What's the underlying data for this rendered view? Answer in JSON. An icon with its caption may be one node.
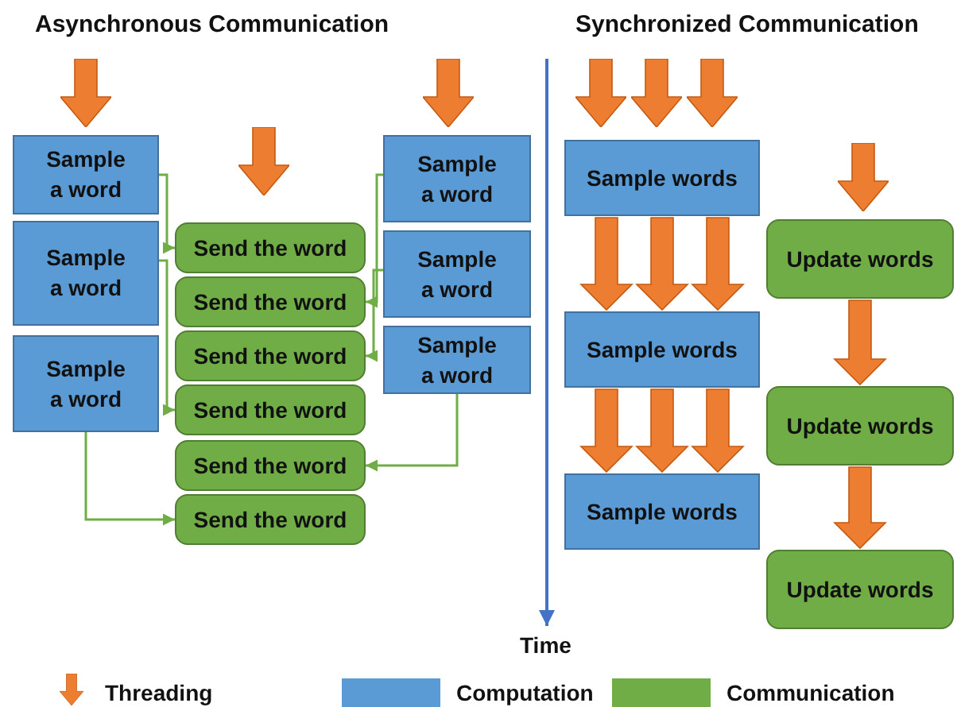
{
  "diagram": {
    "nodes": [
      {
        "text": [
          "Sample a word"
        ]
      },
      {
        "text": [
          "Sample a word"
        ]
      },
      {
        "text": [
          "Sample a word"
        ]
      },
      {
        "text": [
          "Send the word"
        ]
      },
      {
        "text": [
          "Send the word"
        ]
      },
      {
        "text": [
          "Send the word"
        ]
      },
      {
        "text": [
          "Send the word"
        ]
      },
      {
        "text": [
          "Send the word"
        ]
      },
      {
        "text": [
          "Send the word"
        ]
      },
      {
        "text": [
          "Sample a word"
        ]
      },
      {
        "text": [
          "Sample a word"
        ]
      },
      {
        "text": [
          "Sample a word"
        ]
      },
      {
        "text": [
          "Sample words"
        ]
      },
      {
        "text": [
          "Sample words"
        ]
      },
      {
        "text": [
          "Sample words"
        ]
      },
      {
        "text": [
          "Update words"
        ]
      },
      {
        "text": [
          "Update words"
        ]
      },
      {
        "text": [
          "Update words"
        ]
      }
    ],
    "edges": [
      {
        "from": 0,
        "to": 3,
        "arrow": "to",
        "color": "#70ad47"
      },
      {
        "from": 9,
        "to": 4,
        "arrow": "to",
        "color": "#70ad47"
      },
      {
        "from": 10,
        "to": 5,
        "arrow": "to",
        "color": "#70ad47"
      },
      {
        "from": 1,
        "to": 6,
        "arrow": "to",
        "color": "#70ad47"
      },
      {
        "from": 11,
        "to": 7,
        "arrow": "to",
        "color": "#70ad47"
      },
      {
        "from": 2,
        "to": 8,
        "arrow": "to",
        "color": "#70ad47"
      },
      {
        "from": 12,
        "to": 13,
        "arrow": "to",
        "style": "thick"
      },
      {
        "from": 12,
        "to": 13,
        "arrow": "to",
        "style": "thick"
      },
      {
        "from": 12,
        "to": 13,
        "arrow": "to",
        "style": "thick"
      },
      {
        "from": 15,
        "to": 16,
        "arrow": "to",
        "style": "thick"
      },
      {
        "from": 13,
        "to": 14,
        "arrow": "to",
        "style": "thick"
      },
      {
        "from": 13,
        "to": 14,
        "arrow": "to",
        "style": "thick"
      },
      {
        "from": 13,
        "to": 14,
        "arrow": "to",
        "style": "thick"
      },
      {
        "from": 16,
        "to": 17,
        "arrow": "to",
        "style": "thick"
      }
    ],
    "labels": [
      "Asynchronous Communication",
      "Synchronized Communication",
      "Time"
    ],
    "legend": [
      {
        "text": "Threading"
      },
      {
        "text": "Computation",
        "color": "#5b9bd5"
      },
      {
        "text": "Communication",
        "color": "#70ad47"
      }
    ]
  }
}
